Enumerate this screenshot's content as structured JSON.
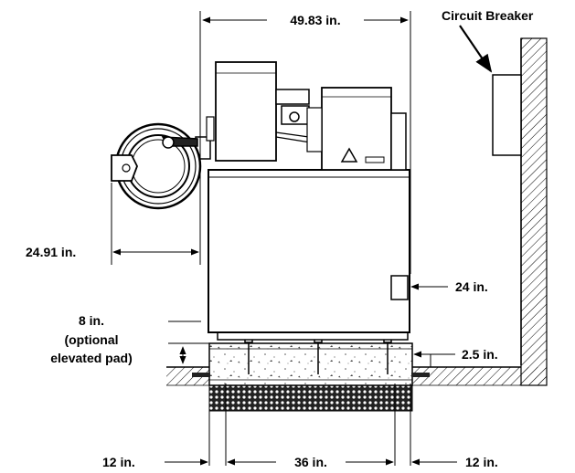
{
  "labels": {
    "width_top": "49.83 in.",
    "circuit_breaker": "Circuit Breaker",
    "door_clearance": "24.91 in.",
    "rear_clearance": "24 in.",
    "pad_height": "8 in.",
    "pad_optional_line1": "(optional",
    "pad_optional_line2": "elevated pad)",
    "pad_edge": "2.5 in.",
    "left_clearance": "12 in.",
    "base_width": "36 in.",
    "right_clearance": "12 in."
  },
  "colors": {
    "line": "#000000",
    "background": "#ffffff"
  }
}
